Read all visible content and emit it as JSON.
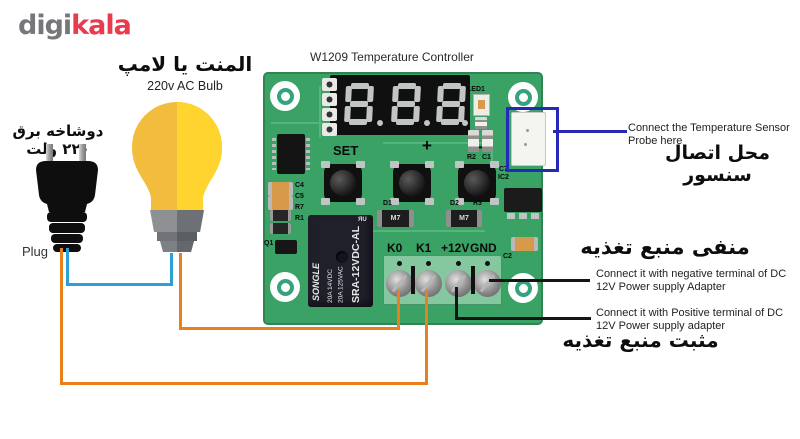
{
  "logo": {
    "digi": "digi",
    "kala": "kala"
  },
  "bulb": {
    "label_fa": "المنت یا لامپ",
    "label_en": "220v AC Bulb"
  },
  "plug": {
    "label_fa": "دوشاخه برق ۲۲۰ ولت",
    "label_en": "Plug"
  },
  "board": {
    "title": "W1209 Temperature Controller",
    "display_reading": "8.8.8.",
    "silkscreen": {
      "set": "SET",
      "plus": "+",
      "minus": "−",
      "led1": "LED1",
      "r2": "R2",
      "c1": "C1",
      "c4": "C4",
      "c5": "C5",
      "r7": "R7",
      "r1": "R1",
      "q1": "Q1",
      "d1": "D1",
      "d2": "D2",
      "r3": "R3",
      "c7": "C7",
      "ic2": "IC2",
      "c2": "C2"
    },
    "diode_mark": "M7",
    "terminals": [
      "K0",
      "K1",
      "+12V",
      "GND"
    ],
    "relay": {
      "brand": "SONGLE",
      "rating1": "20A 14VDC",
      "rating2": "20A 125VAC",
      "model": "SRA-12VDC-AL",
      "ul_mark": "ЯU"
    }
  },
  "annotations": {
    "sensor_en": "Connect the Temperature Sensor Probe here",
    "sensor_fa": "محل اتصال سنسور",
    "negative_fa": "منفی منبع تغذیه",
    "negative_en": "Connect it with negative terminal of DC 12V Power supply Adapter",
    "positive_en": "Connect it with Positive terminal of DC 12V Power supply adapter",
    "positive_fa": "مثبت منبع تغذیه"
  },
  "colors": {
    "pcb-green": "#3ba266",
    "terminal-green": "#85c79e",
    "wire-orange": "#e8801c",
    "wire-blue": "#2a9fd8",
    "annotation-blue": "#2828b8",
    "logo-gray": "#76777a",
    "logo-red": "#e93a4e",
    "bulb-left": "#f2bc3d",
    "bulb-right": "#ffd42e"
  }
}
